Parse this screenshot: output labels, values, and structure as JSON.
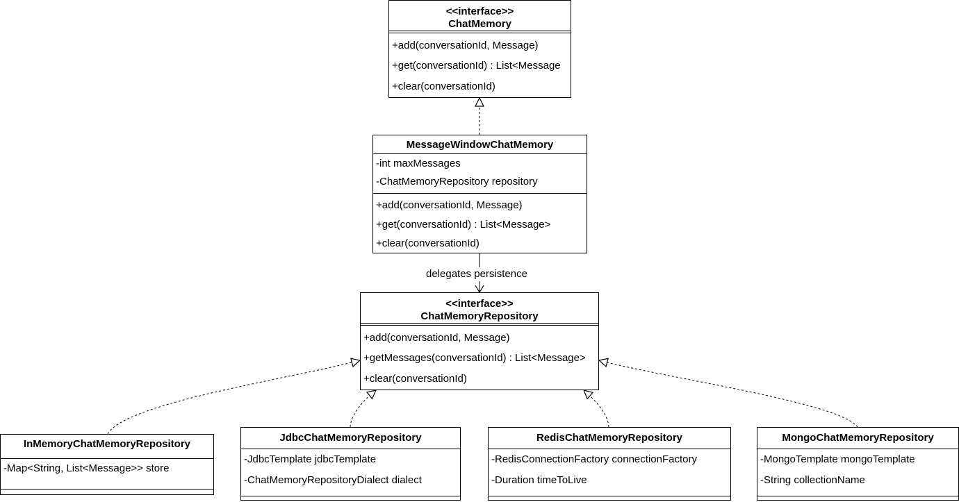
{
  "chat_memory": {
    "stereotype": "<<interface>>",
    "name": "ChatMemory",
    "methods": [
      "+add(conversationId, Message)",
      "+get(conversationId) : List<Message",
      "+clear(conversationId)"
    ]
  },
  "message_window": {
    "name": "MessageWindowChatMemory",
    "fields": [
      "-int maxMessages",
      "-ChatMemoryRepository repository"
    ],
    "methods": [
      "+add(conversationId, Message)",
      "+get(conversationId) : List<Message>",
      "+clear(conversationId)"
    ]
  },
  "delegates_label": "delegates persistence",
  "repository": {
    "stereotype": "<<interface>>",
    "name": "ChatMemoryRepository",
    "methods": [
      "+add(conversationId, Message)",
      "+getMessages(conversationId) : List<Message>",
      "+clear(conversationId)"
    ]
  },
  "in_memory": {
    "name": "InMemoryChatMemoryRepository",
    "fields": [
      "-Map<String, List<Message>> store"
    ]
  },
  "jdbc": {
    "name": "JdbcChatMemoryRepository",
    "fields": [
      "-JdbcTemplate jdbcTemplate",
      "-ChatMemoryRepositoryDialect dialect"
    ]
  },
  "redis": {
    "name": "RedisChatMemoryRepository",
    "fields": [
      "-RedisConnectionFactory connectionFactory",
      "-Duration timeToLive"
    ]
  },
  "mongo": {
    "name": "MongoChatMemoryRepository",
    "fields": [
      "-MongoTemplate mongoTemplate",
      "-String collectionName"
    ]
  }
}
